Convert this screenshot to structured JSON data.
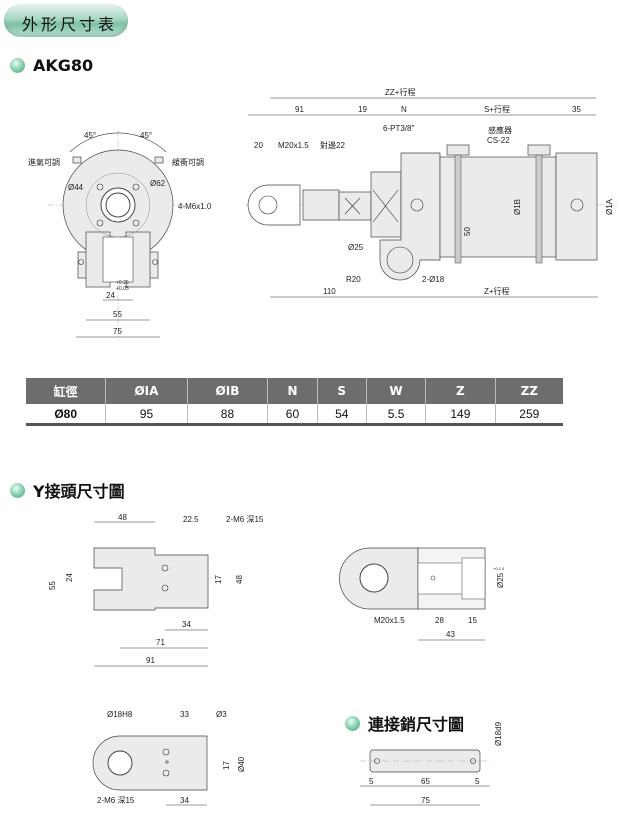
{
  "header": {
    "title": "外形尺寸表"
  },
  "section_model": {
    "title": "AKG80"
  },
  "front_view": {
    "angle_left": "45°",
    "angle_right": "45°",
    "label_intake": "進氣可調",
    "label_cushion": "緩衝可調",
    "d44": "Ø44",
    "d62": "Ø62",
    "thread": "4-M6x1.0",
    "tol_upper": "+0.25",
    "tol_lower": "+0.05",
    "dim_24": "24",
    "dim_55": "55",
    "dim_75": "75"
  },
  "side_view": {
    "zz": "ZZ+行程",
    "d91": "91",
    "d19": "19",
    "n": "N",
    "s": "S+行程",
    "d35": "35",
    "d20": "20",
    "thread": "M20x1.5",
    "flat": "對邊22",
    "port": "6-PT3/8\"",
    "sensor1": "感應器",
    "sensor2": "CS-22",
    "d25": "Ø25",
    "r20": "R20",
    "pin": "2-Ø18",
    "d50": "50",
    "d1b": "Ø1B",
    "d1a": "Ø1A",
    "d110": "110",
    "z": "Z+行程"
  },
  "spec_table": {
    "headers": [
      "缸徑",
      "ØIA",
      "ØIB",
      "N",
      "S",
      "W",
      "Z",
      "ZZ"
    ],
    "rows": [
      [
        "Ø80",
        "95",
        "88",
        "60",
        "54",
        "5.5",
        "149",
        "259"
      ]
    ]
  },
  "section_yjoint": {
    "title": "Y接頭尺寸圖"
  },
  "yjoint_top": {
    "d48": "48",
    "d22_5": "22.5",
    "holes": "2-M6 深15",
    "d55": "55",
    "d24": "24",
    "d17": "17",
    "d48b": "48",
    "d34": "34",
    "d71": "71",
    "d91": "91"
  },
  "yjoint_section": {
    "thread": "M20x1.5",
    "d28": "28",
    "d15": "15",
    "d43": "43",
    "d25": "Ø25",
    "tol": "+0.1 0"
  },
  "yjoint_side": {
    "bore": "Ø18H8",
    "d33": "33",
    "d3": "Ø3",
    "d17": "17",
    "d40": "Ø40",
    "holes": "2-M6 深15",
    "d34": "34"
  },
  "section_pin": {
    "title": "連接銷尺寸圖"
  },
  "pin": {
    "dia": "Ø18d9",
    "d5a": "5",
    "d65": "65",
    "d5b": "5",
    "d75": "75"
  }
}
